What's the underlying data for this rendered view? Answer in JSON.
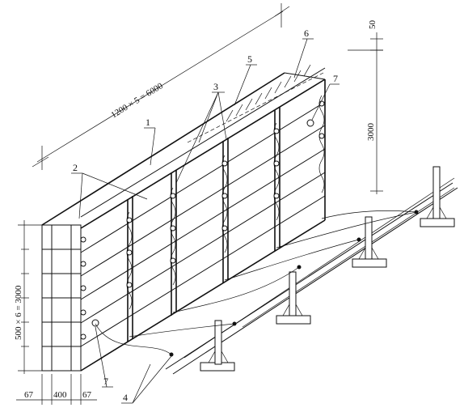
{
  "dimensions": {
    "top_length": "1200 × 5 = 6000",
    "top_offset": "50",
    "height_right": "3000",
    "height_left": "500 × 6 = 3000",
    "bottom_left": "67",
    "bottom_mid": "400",
    "bottom_right": "67"
  },
  "callouts": {
    "c1": "1",
    "c2": "2",
    "c3": "3",
    "c4": "4",
    "c5": "5",
    "c6": "6",
    "c7_top": "7",
    "c7_bottom": "7"
  }
}
